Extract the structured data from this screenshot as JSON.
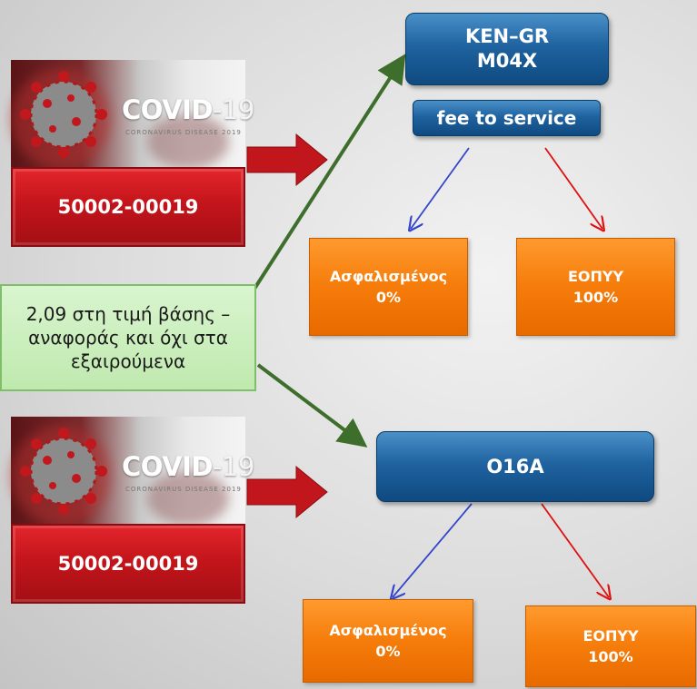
{
  "covid_panels": [
    {
      "word": "COVID",
      "num": "-19",
      "sub": "CORONAVIRUS DISEASE 2019"
    },
    {
      "word": "COVID",
      "num": "-19",
      "sub": "CORONAVIRUS DISEASE 2019"
    }
  ],
  "codes": [
    "50002-00019",
    "50002-00019"
  ],
  "top_group": {
    "code_line1": "KEN–GR",
    "code_line2": "M04X",
    "subtitle": "fee to service",
    "left_box": {
      "line1": "Ασφαλισμένος",
      "line2": "0%"
    },
    "right_box": {
      "line1": "ΕΟΠΥΥ",
      "line2": "100%"
    }
  },
  "bottom_group": {
    "code": "O16A",
    "left_box": {
      "line1": "Ασφαλισμένος",
      "line2": "0%"
    },
    "right_box": {
      "line1": "ΕΟΠΥΥ",
      "line2": "100%"
    }
  },
  "note": "2,09  στη τιμή βάσης – αναφοράς και όχι στα εξαιρούμενα",
  "colors": {
    "red": "#c3151b",
    "blue": "#1f63a0",
    "orange": "#f57c0a",
    "note_green": "#c8edb9",
    "arrow_green": "#3e6e2c",
    "arrow_blue": "#3344cc",
    "arrow_red": "#e01010"
  }
}
